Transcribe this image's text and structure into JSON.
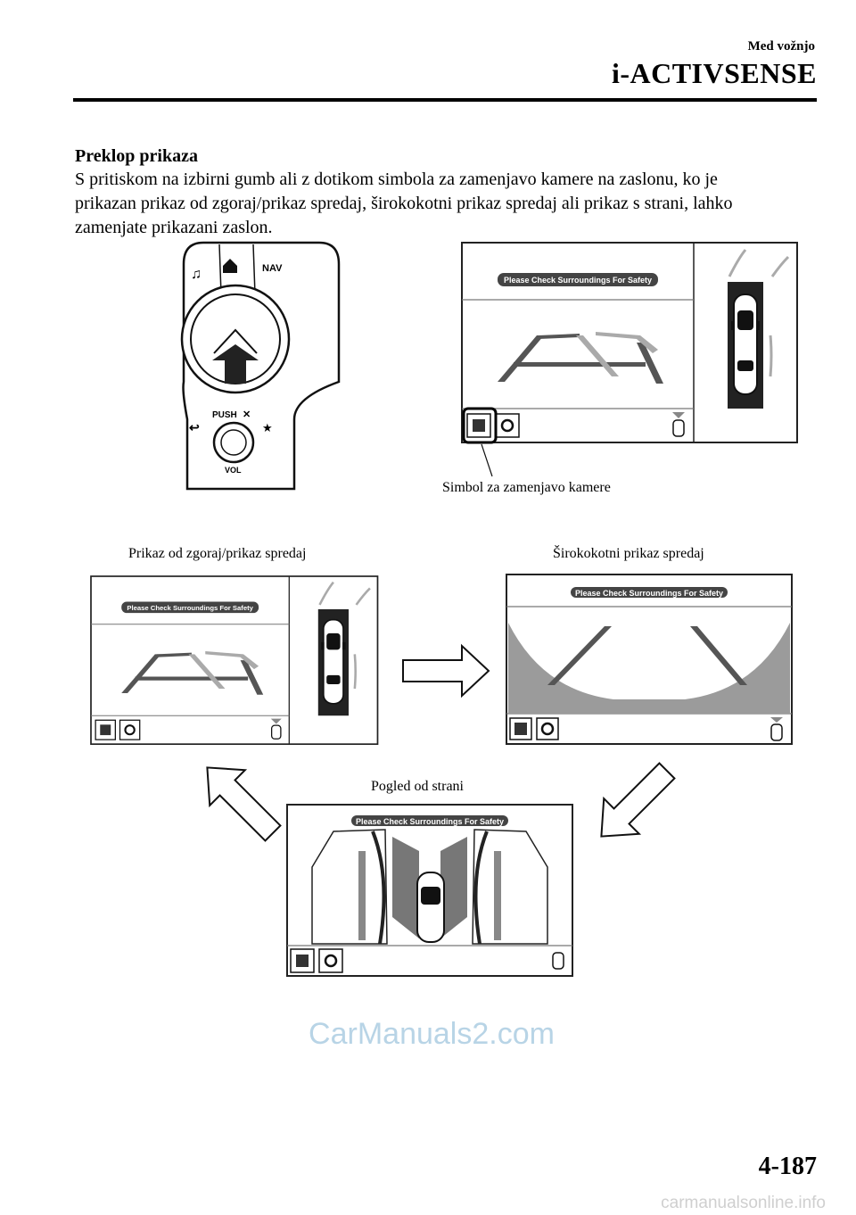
{
  "header": {
    "section": "Med vožnjo",
    "chapter": "i-ACTIVSENSE"
  },
  "content": {
    "title": "Preklop prikaza",
    "paragraph_lines": [
      "S pritiskom na izbirni gumb ali z dotikom simbola za zamenjavo kamere na zaslonu, ko je",
      "prikazan prikaz od zgoraj/prikaz spredaj, širokokotni prikaz spredaj ali prikaz s strani, lahko",
      "zamenjate prikazani zaslon."
    ]
  },
  "figure": {
    "controller": {
      "nav_label": "NAV",
      "push_label": "PUSH",
      "vol_label": "VOL"
    },
    "screen_banner": "Please Check Surroundings For Safety",
    "captions": {
      "camera_switch_symbol": "Simbol za zamenjavo kamere",
      "top_front_view": "Prikaz od zgoraj/prikaz spredaj",
      "wide_front_view": "Širokokotni prikaz spredaj",
      "side_view": "Pogled od strani"
    }
  },
  "watermark": "CarManuals2.com",
  "page_number": "4-187",
  "footer_source": "carmanualsonline.info"
}
